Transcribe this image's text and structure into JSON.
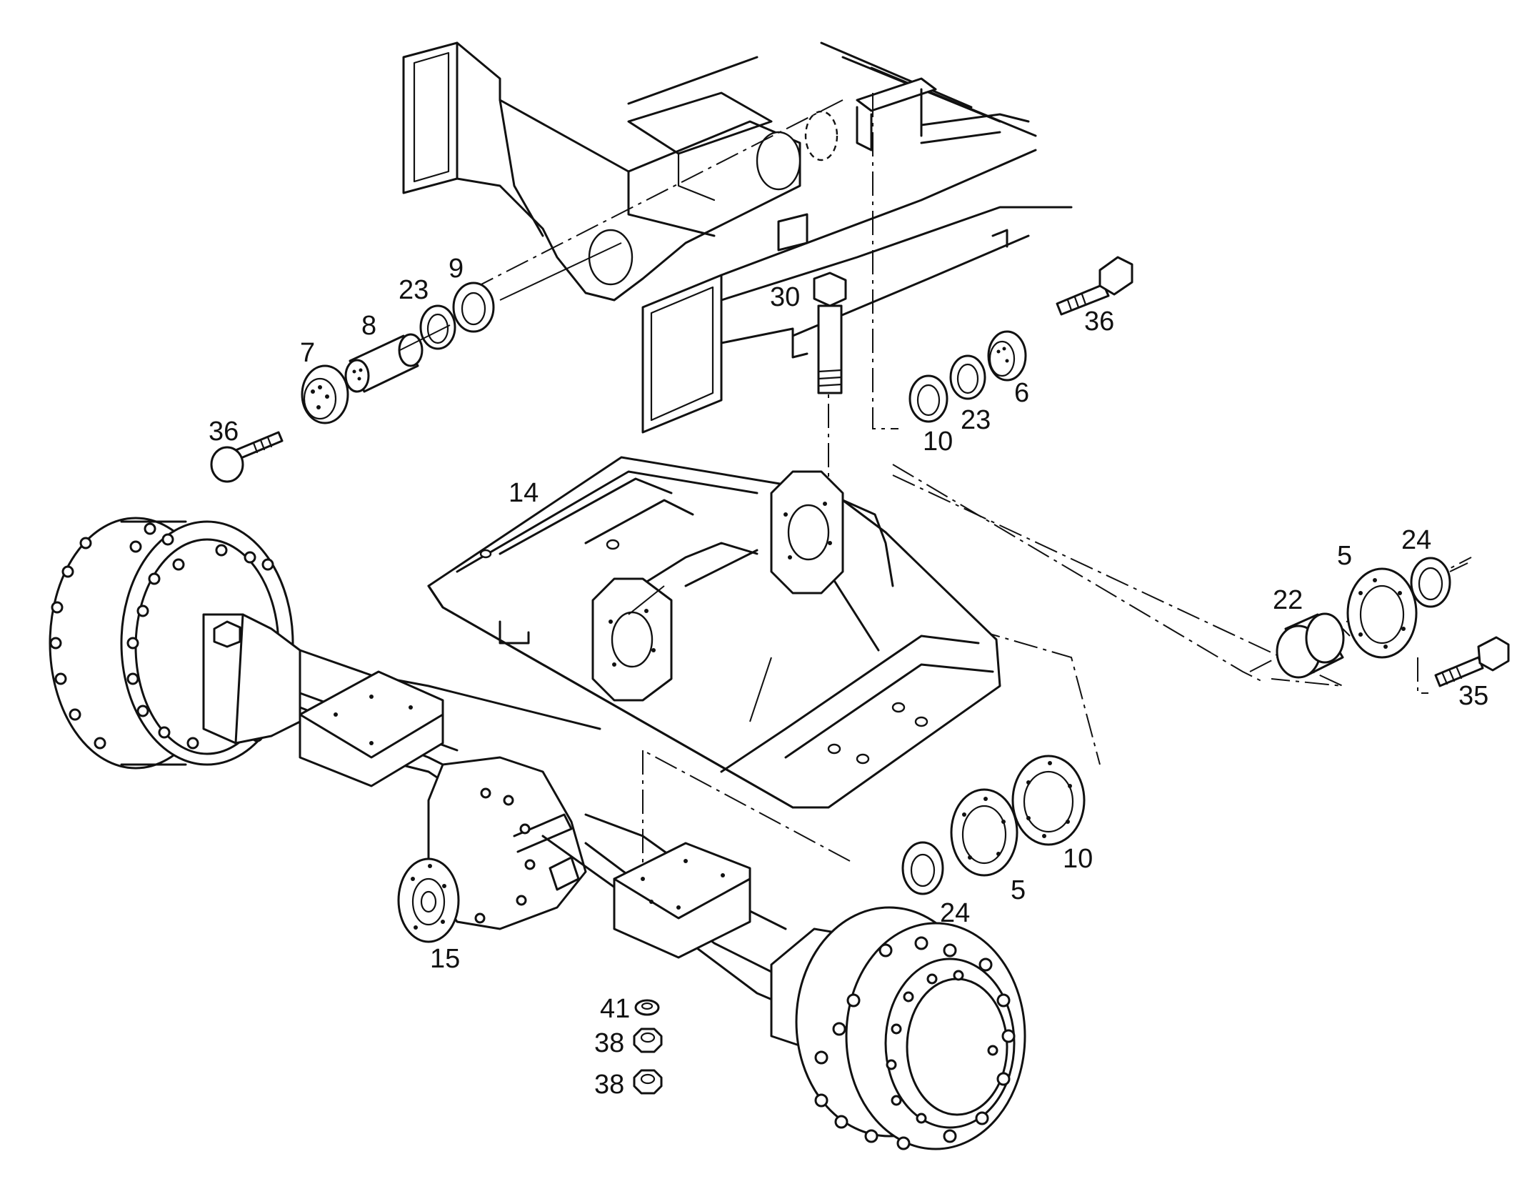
{
  "callouts": {
    "c30": "30",
    "c9": "9",
    "c23a": "23",
    "c8": "8",
    "c7": "7",
    "c36a": "36",
    "c36b": "36",
    "c6": "6",
    "c23b": "23",
    "c10a": "10",
    "c14": "14",
    "c22": "22",
    "c5a": "5",
    "c24a": "24",
    "c35": "35",
    "c10b": "10",
    "c5b": "5",
    "c24b": "24",
    "c15": "15",
    "c41": "41",
    "c38a": "38",
    "c38b": "38"
  }
}
